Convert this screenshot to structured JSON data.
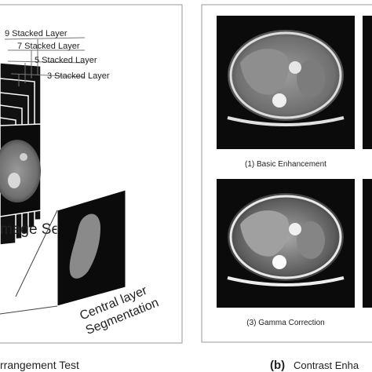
{
  "panel_a": {
    "stack_labels": [
      "9 Stacked Layer",
      "7 Stacked Layer",
      "5 Stacked Layer",
      "3 Stacked Layer"
    ],
    "image_set_label": "mage Set",
    "segmentation_label_line1": "Central layer",
    "segmentation_label_line2": "Segmentation",
    "caption": "rrangement Test"
  },
  "panel_b": {
    "tiles": [
      {
        "caption": "(1) Basic Enhancement"
      },
      {
        "caption": "(3) Gamma Correction"
      }
    ],
    "caption_letter": "(b)",
    "caption_text": "Contrast Enha"
  },
  "colors": {
    "ct_background": "#0b0b0b",
    "mask": "#8a8a8a",
    "frame": "#6e6e6e"
  }
}
